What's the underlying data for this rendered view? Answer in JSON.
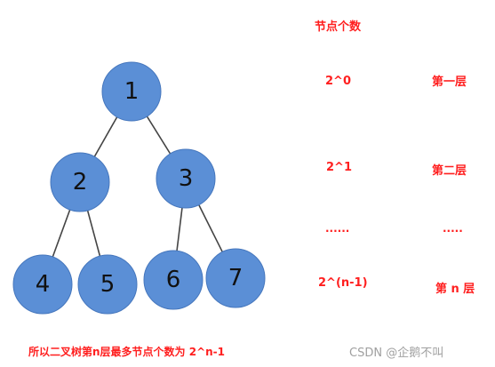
{
  "diagram": {
    "node_color": "#5b8fd6",
    "node_border": "#4677bd",
    "edge_color": "#444444",
    "nodes": [
      {
        "id": "1",
        "label": "1"
      },
      {
        "id": "2",
        "label": "2"
      },
      {
        "id": "3",
        "label": "3"
      },
      {
        "id": "4",
        "label": "4"
      },
      {
        "id": "5",
        "label": "5"
      },
      {
        "id": "6",
        "label": "6"
      },
      {
        "id": "7",
        "label": "7"
      }
    ],
    "edges": [
      [
        "1",
        "2"
      ],
      [
        "1",
        "3"
      ],
      [
        "2",
        "4"
      ],
      [
        "2",
        "5"
      ],
      [
        "3",
        "6"
      ],
      [
        "3",
        "7"
      ]
    ]
  },
  "table": {
    "header": "节点个数",
    "counts": [
      "2^0",
      "2^1",
      "......",
      "2^(n-1)"
    ],
    "layers": [
      "第一层",
      "第二层",
      ".....",
      "第 n 层"
    ]
  },
  "conclusion": "所以二叉树第n层最多节点个数为 2^n-1",
  "watermark": "CSDN @企鹅不叫",
  "colors": {
    "text_red": "#ff1f1f",
    "watermark_gray": "#a0a0a0"
  }
}
